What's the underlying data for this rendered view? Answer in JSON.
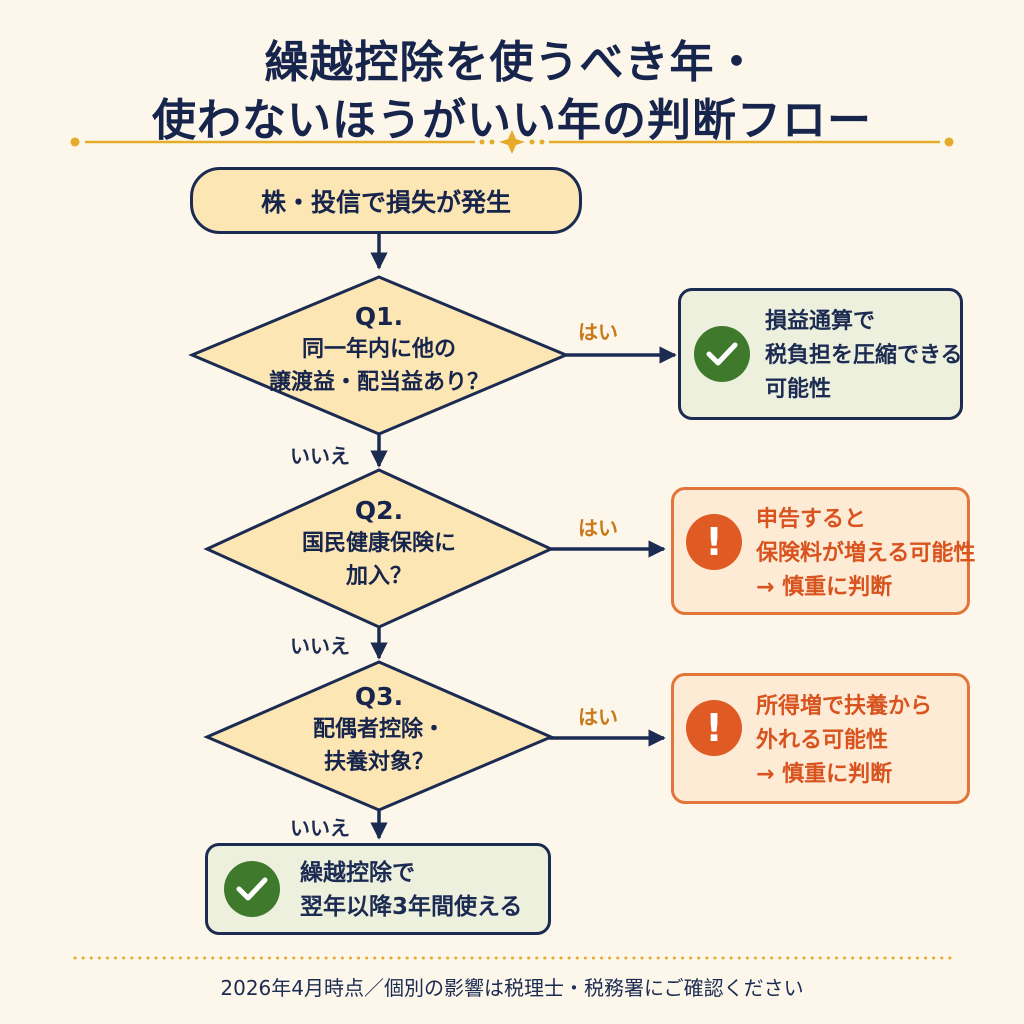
{
  "title": {
    "line1": "繰越控除を使うべき年・",
    "line2": "使わないほうがいい年の判断フロー"
  },
  "start": {
    "label": "株・投信で損失が発生"
  },
  "questions": [
    {
      "num": "Q1.",
      "line1": "同一年内に他の",
      "line2": "譲渡益・配当益あり？"
    },
    {
      "num": "Q2.",
      "line1": "国民健康保険に",
      "line2": "加入？"
    },
    {
      "num": "Q3.",
      "line1": "配偶者控除・",
      "line2": "扶養対象？"
    }
  ],
  "edge_labels": {
    "yes": "はい",
    "no": "いいえ"
  },
  "results": [
    {
      "type": "check",
      "lines": [
        "損益通算で",
        "税負担を圧縮できる",
        "可能性"
      ]
    },
    {
      "type": "alert",
      "lines": [
        "申告すると",
        "保険料が増える可能性",
        "→ 慎重に判断"
      ]
    },
    {
      "type": "alert",
      "lines": [
        "所得増で扶養から",
        "外れる可能性",
        "→ 慎重に判断"
      ]
    }
  ],
  "final": {
    "type": "check",
    "lines": [
      "繰越控除で",
      "翌年以降3年間使える"
    ]
  },
  "footer": "2026年4月時点／個別の影響は税理士・税務署にご確認ください",
  "colors": {
    "navy": "#1c2b52",
    "gold": "#e5ac2c",
    "diamond_fill": "#fce6b4",
    "green": "#3f7a2c",
    "orange": "#e05a23"
  }
}
